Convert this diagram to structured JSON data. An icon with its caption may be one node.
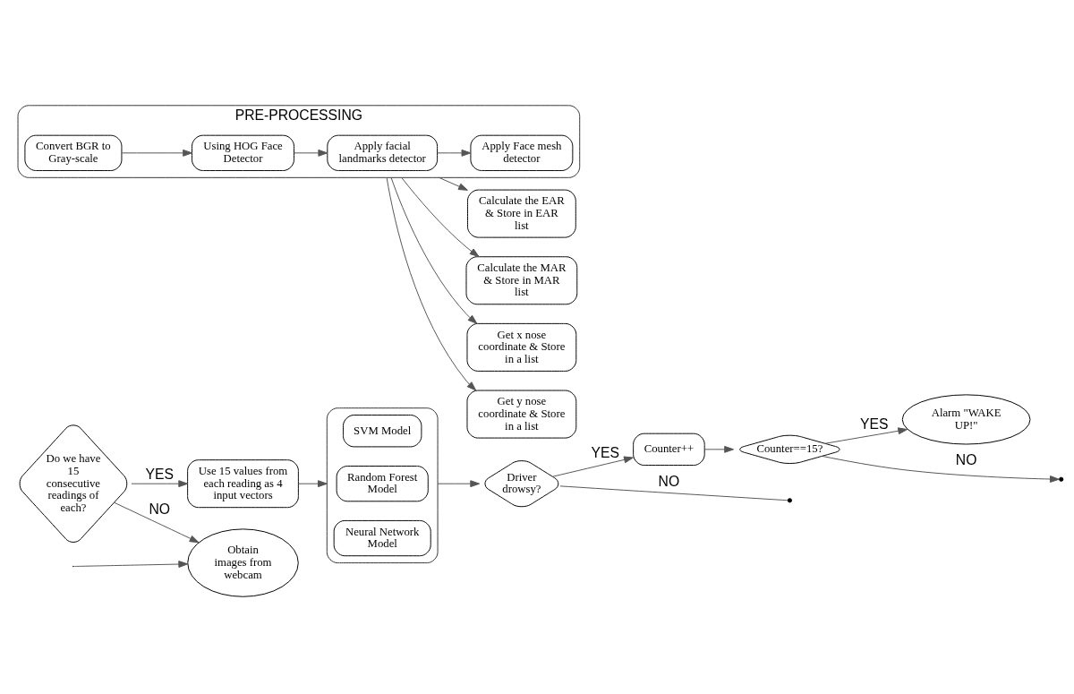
{
  "diagram": {
    "nodes": [
      {
        "text": [
          "Obtain images from webcam"
        ]
      },
      {
        "text": [
          "PRE-PROCESSING"
        ]
      },
      {
        "text": [
          "Convert BGR to Gray-scale"
        ],
        "in": 1
      },
      {
        "text": [
          "Using HOG Face Detector"
        ],
        "in": 1
      },
      {
        "text": [
          "Apply facial landmarks detector"
        ],
        "in": 1
      },
      {
        "text": [
          "Apply Face mesh detector"
        ],
        "in": 1
      },
      {
        "text": [
          "Calculate the EAR & Store in EAR list"
        ]
      },
      {
        "text": [
          "Calculate the MAR & Store in MAR list"
        ]
      },
      {
        "text": [
          "Get x nose coordinate & Store in a list"
        ]
      },
      {
        "text": [
          "Get y nose coordinate & Store in a list"
        ]
      },
      {
        "text": [
          "Do we have 15 consecutive readings of each?"
        ]
      },
      {
        "text": [
          "Use 15 values from each reading as 4 input vectors"
        ]
      },
      {
        "text": [],
        "shape": "box"
      },
      {
        "text": [
          "SVM Model"
        ],
        "in": 12
      },
      {
        "text": [
          "Random Forest Model"
        ],
        "in": 12
      },
      {
        "text": [
          "Neural Network Model"
        ],
        "in": 12
      },
      {
        "text": [
          "Driver drowsy?"
        ]
      },
      {
        "text": [
          "Counter++"
        ]
      },
      {
        "text": [
          "Counter==15?"
        ]
      },
      {
        "text": [
          "Alarm \"WAKE UP!\""
        ]
      }
    ],
    "edges": [
      {
        "from": 2,
        "to": 3,
        "arrow": "to"
      },
      {
        "from": 3,
        "to": 4,
        "arrow": "to"
      },
      {
        "from": 4,
        "to": 5,
        "arrow": "to"
      },
      {
        "from": 1,
        "to": 6,
        "arrow": "to"
      },
      {
        "from": 1,
        "to": 7,
        "arrow": "to"
      },
      {
        "from": 1,
        "to": 8,
        "arrow": "to"
      },
      {
        "from": 1,
        "to": 9,
        "arrow": "to"
      },
      {
        "from": 10,
        "to": 0,
        "arrow": "to",
        "label": "NO"
      },
      {
        "from": 10,
        "to": 11,
        "arrow": "to",
        "label": "YES"
      },
      {
        "from": 11,
        "to": 12,
        "arrow": "to"
      },
      {
        "from": 12,
        "to": 16,
        "arrow": "to"
      },
      {
        "from": 16,
        "to": 17,
        "arrow": "to",
        "label": "YES"
      },
      {
        "from": 17,
        "to": 18,
        "arrow": "to"
      },
      {
        "from": 18,
        "to": 19,
        "arrow": "to",
        "label": "YES"
      },
      {
        "from": 18,
        "to": null,
        "arrow": "to",
        "label": "NO"
      },
      {
        "from": 16,
        "to": null,
        "arrow": "none",
        "label": "NO"
      },
      {
        "from": null,
        "to": 0,
        "arrow": "to"
      }
    ]
  }
}
